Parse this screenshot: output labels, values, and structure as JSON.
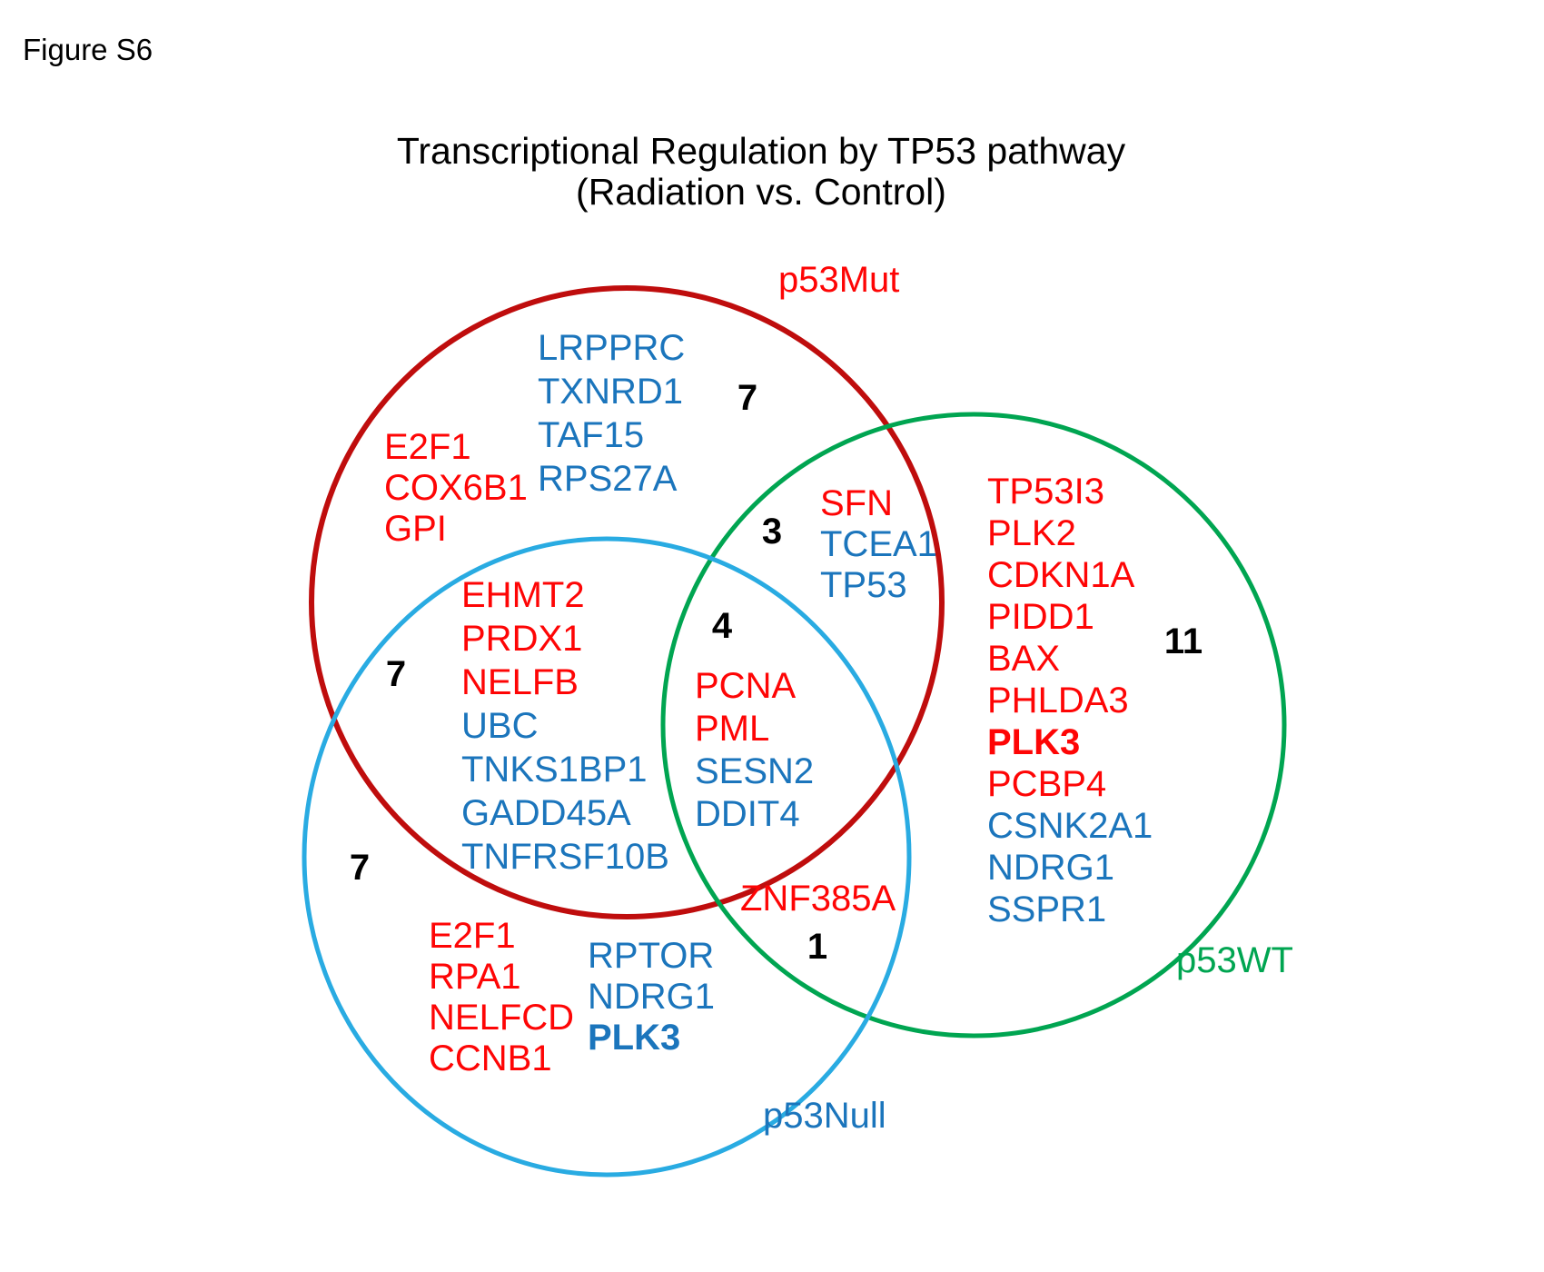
{
  "figure_label": "Figure S6",
  "title": {
    "line1": "Transcriptional Regulation by TP53 pathway",
    "line2": "(Radiation vs. Control)"
  },
  "sets": [
    {
      "id": "mut",
      "label": "p53Mut"
    },
    {
      "id": "wt",
      "label": "p53WT"
    },
    {
      "id": "null",
      "label": "p53Null"
    }
  ],
  "colors": {
    "upregulated_text": "#fe0505",
    "downregulated_text": "#1b75bc",
    "mut_circle": "#bf0d0d",
    "wt_circle": "#00a551",
    "null_circle": "#29abe2",
    "count_text": "#000000"
  },
  "regions": {
    "mut_only": {
      "count": "7",
      "top_genes": [
        {
          "text": "LRPPRC",
          "color": "blue"
        },
        {
          "text": "TXNRD1",
          "color": "blue"
        },
        {
          "text": "TAF15",
          "color": "blue"
        },
        {
          "text": "RPS27A",
          "color": "blue"
        }
      ],
      "left_genes": [
        {
          "text": "E2F1",
          "color": "red"
        },
        {
          "text": "COX6B1",
          "color": "red"
        },
        {
          "text": "GPI",
          "color": "red"
        }
      ]
    },
    "mut_wt": {
      "count": "3",
      "genes": [
        {
          "text": "SFN",
          "color": "red"
        },
        {
          "text": "TCEA1",
          "color": "blue"
        },
        {
          "text": "TP53",
          "color": "blue"
        }
      ]
    },
    "wt_only": {
      "count": "11",
      "genes": [
        {
          "text": "TP53I3",
          "color": "red"
        },
        {
          "text": "PLK2",
          "color": "red"
        },
        {
          "text": "CDKN1A",
          "color": "red"
        },
        {
          "text": "PIDD1",
          "color": "red"
        },
        {
          "text": "BAX",
          "color": "red"
        },
        {
          "text": "PHLDA3",
          "color": "red"
        },
        {
          "text": "PLK3",
          "color": "red",
          "bold": true
        },
        {
          "text": "PCBP4",
          "color": "red"
        },
        {
          "text": "CSNK2A1",
          "color": "blue"
        },
        {
          "text": "NDRG1",
          "color": "blue"
        },
        {
          "text": "SSPR1",
          "color": "blue"
        }
      ]
    },
    "mut_null": {
      "count": "7",
      "genes": [
        {
          "text": "EHMT2",
          "color": "red"
        },
        {
          "text": "PRDX1",
          "color": "red"
        },
        {
          "text": "NELFB",
          "color": "red"
        },
        {
          "text": "UBC",
          "color": "blue"
        },
        {
          "text": "TNKS1BP1",
          "color": "blue"
        },
        {
          "text": "GADD45A",
          "color": "blue"
        },
        {
          "text": "TNFRSF10B",
          "color": "blue"
        }
      ]
    },
    "all": {
      "count": "4",
      "genes": [
        {
          "text": "PCNA",
          "color": "red"
        },
        {
          "text": "PML",
          "color": "red"
        },
        {
          "text": "SESN2",
          "color": "blue"
        },
        {
          "text": "DDIT4",
          "color": "blue"
        }
      ]
    },
    "wt_null": {
      "count": "1",
      "genes": [
        {
          "text": "ZNF385A",
          "color": "red"
        }
      ]
    },
    "null_only": {
      "count": "7",
      "red_genes": [
        {
          "text": "E2F1",
          "color": "red"
        },
        {
          "text": "RPA1",
          "color": "red"
        },
        {
          "text": "NELFCD",
          "color": "red"
        },
        {
          "text": "CCNB1",
          "color": "red"
        }
      ],
      "blue_genes": [
        {
          "text": "RPTOR",
          "color": "blue"
        },
        {
          "text": "NDRG1",
          "color": "blue"
        },
        {
          "text": "PLK3",
          "color": "blue",
          "bold": true
        }
      ]
    }
  }
}
